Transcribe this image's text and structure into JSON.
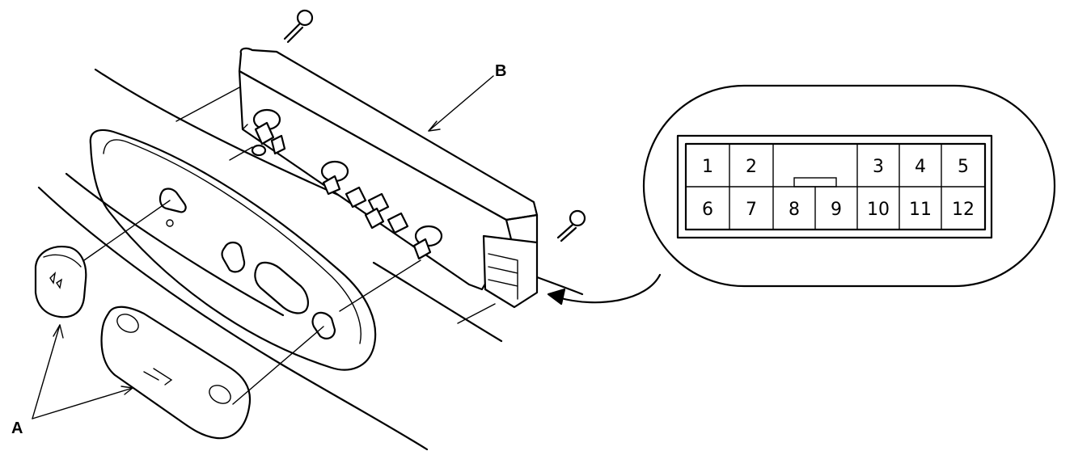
{
  "callouts": {
    "a": "A",
    "b": "B"
  },
  "connector": {
    "top_row": [
      "1",
      "2",
      "3",
      "4",
      "5"
    ],
    "bottom_row": [
      "6",
      "7",
      "8",
      "9",
      "10",
      "11",
      "12"
    ]
  }
}
